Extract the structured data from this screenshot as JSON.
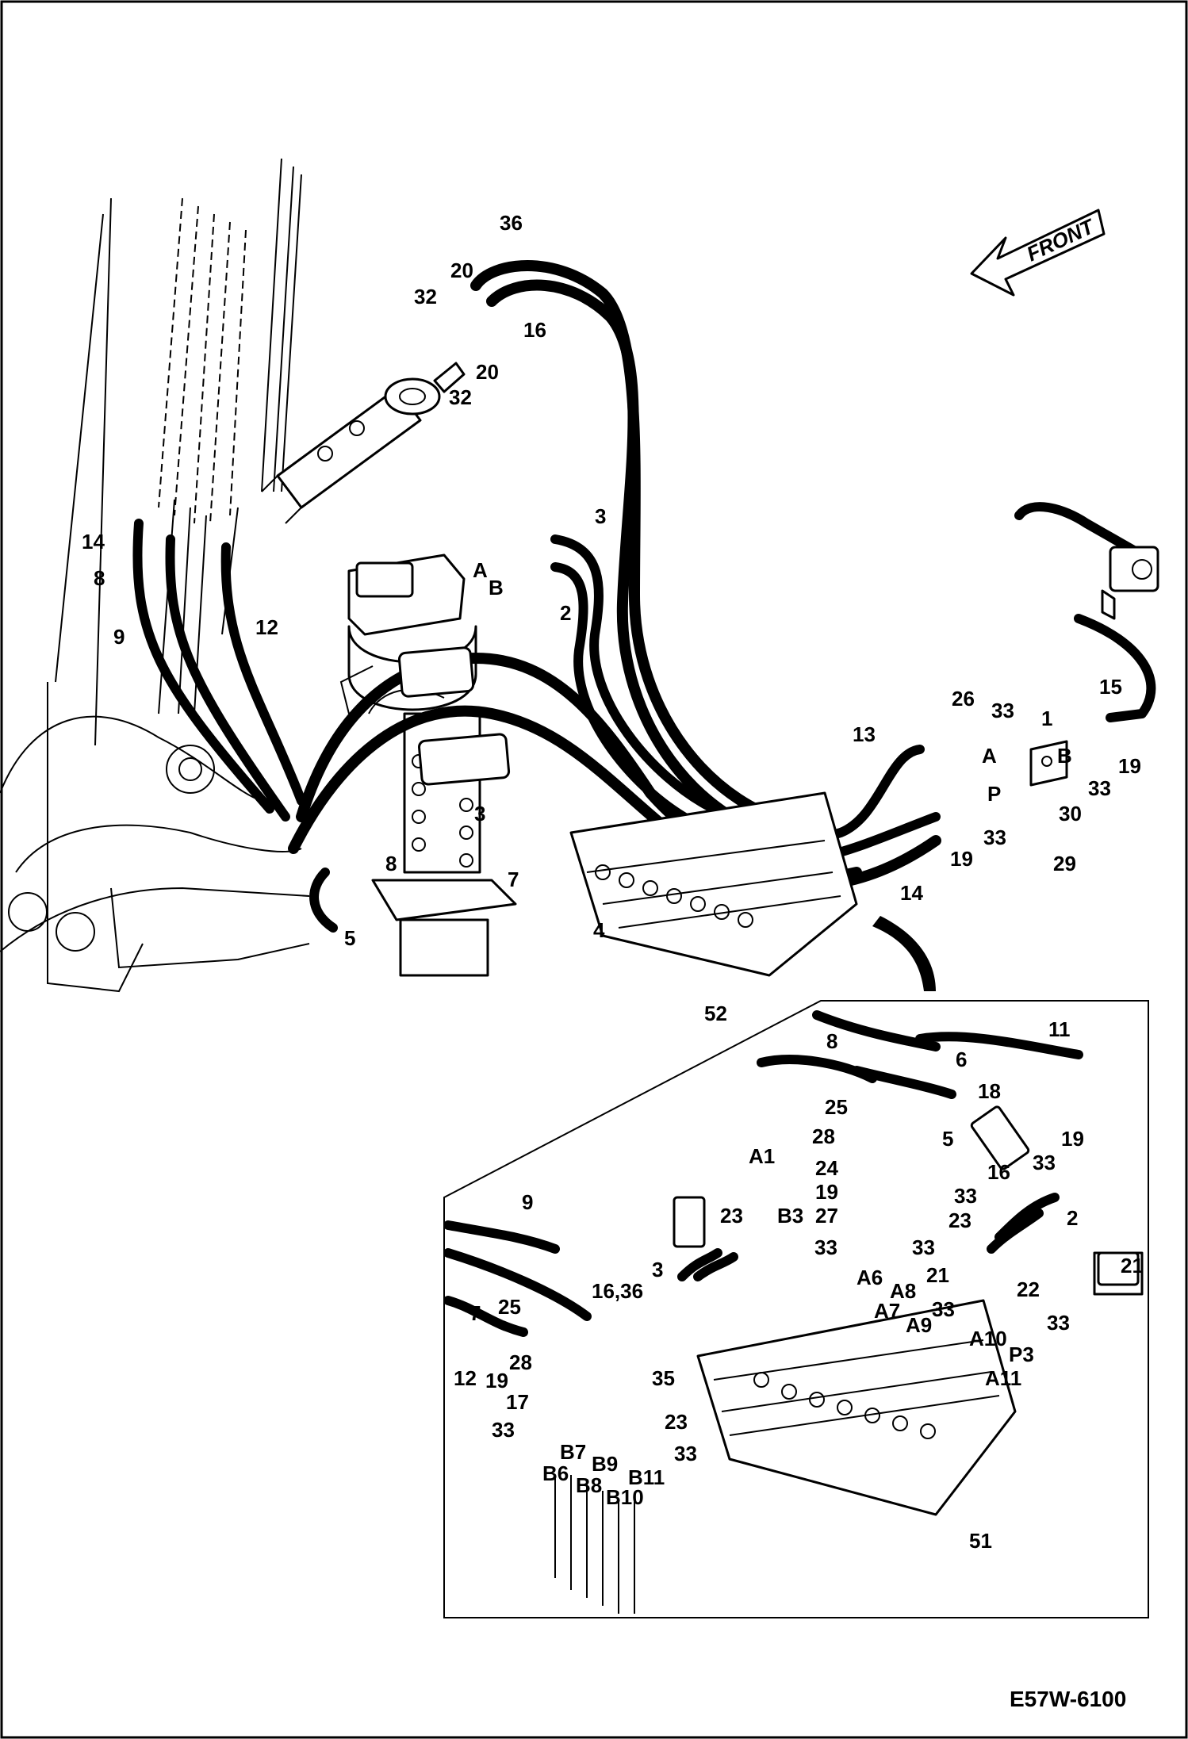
{
  "drawing_id": "E57W-6100",
  "direction_label": "FRONT",
  "callouts": [
    {
      "label": "36"
    },
    {
      "label": "20"
    },
    {
      "label": "32"
    },
    {
      "label": "16"
    },
    {
      "label": "20"
    },
    {
      "label": "32"
    },
    {
      "label": "3"
    },
    {
      "label": "A"
    },
    {
      "label": "B"
    },
    {
      "label": "2"
    },
    {
      "label": "14"
    },
    {
      "label": "8"
    },
    {
      "label": "9"
    },
    {
      "label": "12"
    },
    {
      "label": "26"
    },
    {
      "label": "33"
    },
    {
      "label": "1"
    },
    {
      "label": "15"
    },
    {
      "label": "13"
    },
    {
      "label": "A"
    },
    {
      "label": "B"
    },
    {
      "label": "19"
    },
    {
      "label": "33"
    },
    {
      "label": "P"
    },
    {
      "label": "30"
    },
    {
      "label": "33"
    },
    {
      "label": "19"
    },
    {
      "label": "29"
    },
    {
      "label": "3"
    },
    {
      "label": "8"
    },
    {
      "label": "7"
    },
    {
      "label": "14"
    },
    {
      "label": "5"
    },
    {
      "label": "4"
    },
    {
      "label": "52"
    }
  ],
  "detail_callouts": [
    {
      "label": "8"
    },
    {
      "label": "11"
    },
    {
      "label": "6"
    },
    {
      "label": "18"
    },
    {
      "label": "25"
    },
    {
      "label": "19"
    },
    {
      "label": "28"
    },
    {
      "label": "5"
    },
    {
      "label": "A1"
    },
    {
      "label": "33"
    },
    {
      "label": "24"
    },
    {
      "label": "16"
    },
    {
      "label": "19"
    },
    {
      "label": "33"
    },
    {
      "label": "2"
    },
    {
      "label": "B3"
    },
    {
      "label": "27"
    },
    {
      "label": "23"
    },
    {
      "label": "9"
    },
    {
      "label": "23"
    },
    {
      "label": "33"
    },
    {
      "label": "33"
    },
    {
      "label": "21"
    },
    {
      "label": "A6"
    },
    {
      "label": "A8"
    },
    {
      "label": "21"
    },
    {
      "label": "22"
    },
    {
      "label": "3"
    },
    {
      "label": "16,36"
    },
    {
      "label": "A7"
    },
    {
      "label": "33"
    },
    {
      "label": "A9"
    },
    {
      "label": "33"
    },
    {
      "label": "7"
    },
    {
      "label": "25"
    },
    {
      "label": "A10"
    },
    {
      "label": "P3"
    },
    {
      "label": "28"
    },
    {
      "label": "35"
    },
    {
      "label": "12"
    },
    {
      "label": "A11"
    },
    {
      "label": "19"
    },
    {
      "label": "17"
    },
    {
      "label": "23"
    },
    {
      "label": "33"
    },
    {
      "label": "B7"
    },
    {
      "label": "33"
    },
    {
      "label": "B9"
    },
    {
      "label": "B6"
    },
    {
      "label": "B8"
    },
    {
      "label": "B11"
    },
    {
      "label": "B10"
    },
    {
      "label": "51"
    }
  ]
}
